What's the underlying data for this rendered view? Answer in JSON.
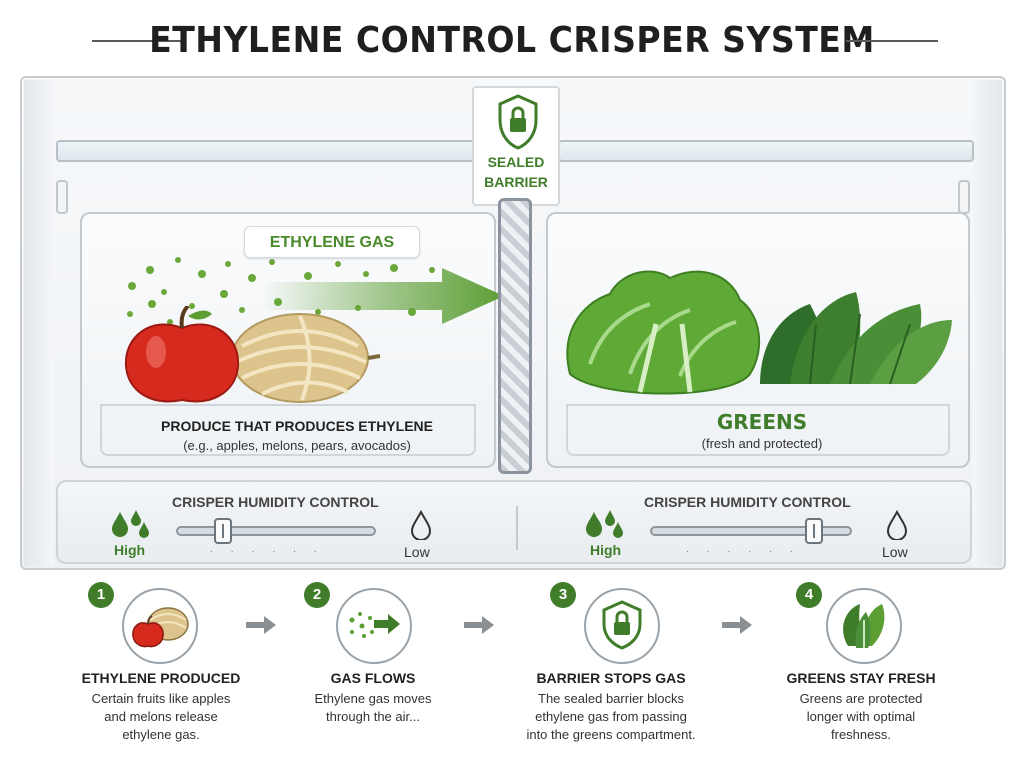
{
  "title": "ETHYLENE CONTROL CRISPER SYSTEM",
  "barrier": {
    "line1": "SEALED",
    "line2": "BARRIER"
  },
  "left_drawer": {
    "gas_label": "ETHYLENE GAS",
    "heading": "PRODUCE THAT PRODUCES ETHYLENE",
    "subheading": "(e.g., apples, melons, pears, avocados)"
  },
  "right_drawer": {
    "heading": "GREENS",
    "subheading": "(fresh and protected)"
  },
  "humidity_left": {
    "title": "CRISPER HUMIDITY CONTROL",
    "high": "High",
    "low": "Low",
    "level": 0.2
  },
  "humidity_right": {
    "title": "CRISPER HUMIDITY CONTROL",
    "high": "High",
    "low": "Low",
    "level": 0.85
  },
  "steps": [
    {
      "num": "1",
      "title": "ETHYLENE PRODUCED",
      "desc": [
        "Certain fruits like apples",
        "and melons release",
        "ethylene gas."
      ],
      "icon": "apple-melon-icon"
    },
    {
      "num": "2",
      "title": "GAS FLOWS",
      "desc": [
        "Ethylene gas moves",
        "through the air..."
      ],
      "icon": "gas-flow-icon"
    },
    {
      "num": "3",
      "title": "BARRIER STOPS GAS",
      "desc": [
        "The sealed barrier blocks",
        "ethylene gas from passing",
        "into the greens compartment."
      ],
      "icon": "shield-lock-icon"
    },
    {
      "num": "4",
      "title": "GREENS STAY FRESH",
      "desc": [
        "Greens are protected",
        "longer with optimal",
        "freshness."
      ],
      "icon": "leafy-greens-icon"
    }
  ],
  "colors": {
    "accent_green": "#3f7d2a",
    "gas_green": "#5c9e34",
    "apple_red": "#d62a1e",
    "melon_tan": "#d9c18a"
  }
}
